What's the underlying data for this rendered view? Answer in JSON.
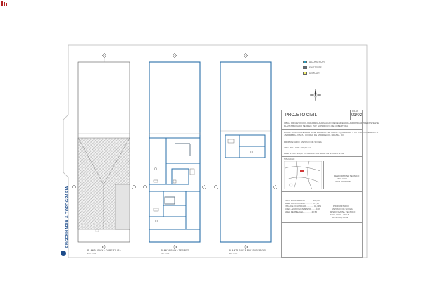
{
  "sheet": {
    "project_title": "PROJETO CIVIL",
    "sheet_label": "FOLHA",
    "sheet_number": "01/02",
    "brand_vertical": "ENGENHARIA & TOPOGRAFIA",
    "note_lines": [
      "OBRA: PROJETO CIVIL PARA REGULARIZACAO DE RESIDENCIA UNIFAMILIAR PREEXISTENTE",
      "PLANTA BAIXA DO TERREO, PAV. SUPERIOR E DE COBERTURA",
      "LOCAL: RUA PROFESSOR JOSE DA SILVA - SETOR 01 - QUADRA 03 - LOTE 08 - LOTEAMENTO",
      "JARDIM BOA VISTA - CODIGO DE ENDERECO - BRASIL - GO",
      "PROPRIETARIO: ANTONIO DE SOUZA",
      "AREA DO LOTE: 300,00 m2",
      "AREA 1 PAV: 138,57 m2   AREA 2 PAV: 32,60 m2   ESCALA: 1:100"
    ],
    "location_caption": "SITUACAO",
    "stamp_lines": [
      "RESPONSAVEL TECNICO",
      "ENG. CIVIL",
      "CREA 0000000/D"
    ],
    "area_table": [
      "AREA DO TERRENO ............ 300,00",
      "AREA CONSTRUIDA ............ 171,17",
      "TAXA DE OCUPACAO ............ 46,19%",
      "COEF. APROVEITAMENTO ....... 0,57",
      "AREA PERMEAVEL ............ 40,50"
    ],
    "signature_lines": [
      "PROPRIETARIO",
      "ANTONIO DE SOUZA",
      "RESPONSAVEL TECNICO",
      "ENG. CIVIL - CREA",
      "ASS. ARQ./ENG"
    ]
  },
  "legend": [
    {
      "label": "A CONSTRUIR",
      "color": "#2e9fbf"
    },
    {
      "label": "EXISTENTE",
      "color": "#5b6f80"
    },
    {
      "label": "DEMOLIR",
      "color": "#f4f06e"
    }
  ],
  "plans": [
    {
      "title": "PLANTA BAIXA COBERTURA",
      "scale": "ESC. 1:100"
    },
    {
      "title": "PLANTA BAIXA TERREO",
      "scale": "ESC. 1:100"
    },
    {
      "title": "PLANTA BAIXA PAV SUPERIOR",
      "scale": "ESC. 1:100"
    }
  ],
  "colors": {
    "wall_new": "#2a6fa8",
    "outline": "#333333",
    "roof_hatch": "#8e8e8e",
    "brand": "#1c4b8a",
    "corner_logo": "#b32222"
  },
  "icons": [
    "north-arrow-icon",
    "section-marker-icon",
    "company-logo-icon"
  ]
}
